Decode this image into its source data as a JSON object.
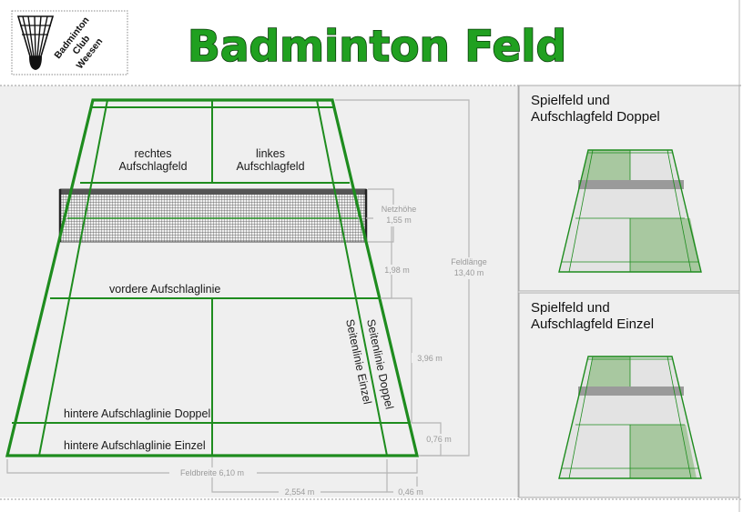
{
  "header": {
    "title": "Badminton Feld",
    "logo": {
      "line1": "Badminton",
      "line2": "Club",
      "line3": "Weesen"
    }
  },
  "court": {
    "labels": {
      "right_service_court": [
        "rechtes",
        "Aufschlagfeld"
      ],
      "left_service_court": [
        "linkes",
        "Aufschlagfeld"
      ],
      "front_service_line": "vordere Aufschlaglinie",
      "back_service_line_doubles": "hintere Aufschlaglinie Doppel",
      "back_service_line_singles": "hintere Aufschlaglinie Einzel",
      "side_line_doubles": "Seitenlinie Doppel",
      "side_line_singles": "Seitenlinie Einzel"
    },
    "measurements": {
      "net_height": [
        "Netzhöhe",
        "1,55 m"
      ],
      "net_to_service": "1,98 m",
      "service_depth": "3,96 m",
      "doubles_back": "0,76 m",
      "field_length": [
        "Feldlänge",
        "13,40 m"
      ],
      "field_width": "Feldbreite 6,10 m",
      "half_width": "2,554 m",
      "alley_width": "0,46 m"
    },
    "colors": {
      "line": "#1e8c1e",
      "background": "#efefef",
      "measure": "#b5b5b5",
      "net": "#555555"
    }
  },
  "panels": [
    {
      "title": [
        "Spielfeld und",
        "Aufschlagfeld Doppel"
      ],
      "variant": "doppel"
    },
    {
      "title": [
        "Spielfeld und",
        "Aufschlagfeld Einzel"
      ],
      "variant": "einzel"
    }
  ]
}
